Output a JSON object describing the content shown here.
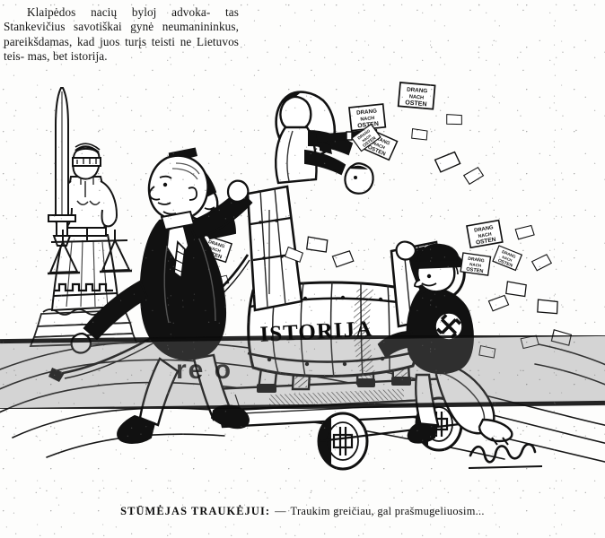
{
  "document": {
    "type": "newspaper-political-cartoon",
    "language": "Lithuanian"
  },
  "top_caption": {
    "lines": [
      "Klaipėdos nacių byloj advoka-",
      "tas Stankevičius savotiškai gynė",
      "neumanininkus, pareikšdamas, kad",
      "juos turįs teisti ne Lietuvos teis-",
      "mas, bet istorija."
    ],
    "full_text": "Klaipėdos nacių byloj advokatas Stankevičius savotiškai gynė neumanininkus, pareikšdamas, kad juos turįs teisti ne Lietuvos teismas, bet istorija."
  },
  "bottom_caption": {
    "speaker": "STŪMĖJAS TRAUKĖJUI:",
    "dash": "—",
    "line": "Traukim  greičiau, gal prašmugeliuosim...",
    "full_text": "STŪMĖJAS TRAUKĖJUI: — Traukim greičiau, gal prašmugeliuosim..."
  },
  "cartoon": {
    "barrel_label": "ISTORIJA",
    "placard_text": "DRANG NACH OSTEN",
    "placard_lines": [
      "DRANG",
      "NACH",
      "OSTEN"
    ],
    "figures": {
      "statue": "lady-justice-statue",
      "puller": "lawyer-pulling-cart",
      "pusher": "nazi-pushing-cart",
      "riders": "armed-soldiers-in-trojan-horse"
    },
    "signature": "artist-signature"
  },
  "colors": {
    "ink": "#101010",
    "paper": "#fdfdfc",
    "watermark": "#787878"
  },
  "watermark": {
    "text": "re o"
  }
}
